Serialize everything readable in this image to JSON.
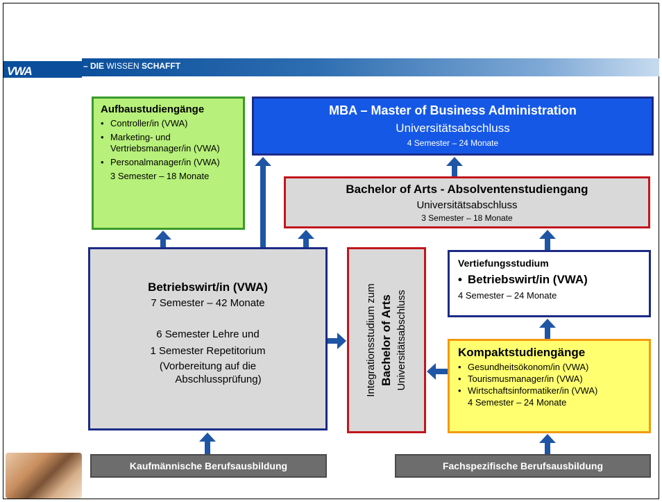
{
  "header": {
    "logo": "VWA",
    "tagline_prefix": "– DIE",
    "tagline_mid": " WISSEN ",
    "tagline_suffix": "SCHAFFT"
  },
  "aufbau": {
    "title": "Aufbaustudiengänge",
    "items": [
      "Controller/in (VWA)",
      "Marketing- und Vertriebsmanager/in (VWA)",
      "Personalmanager/in (VWA)"
    ],
    "duration": "3 Semester – 18 Monate"
  },
  "mba": {
    "title": "MBA – Master of Business Administration",
    "subtitle": "Universitätsabschluss",
    "duration": "4 Semester – 24 Monate"
  },
  "bachelor": {
    "title": "Bachelor of Arts - Absolventenstudiengang",
    "subtitle": "Universitätsabschluss",
    "duration": "3 Semester – 18 Monate"
  },
  "betriebswirt": {
    "title": "Betriebswirt/in (VWA)",
    "duration": "7 Semester – 42 Monate",
    "line1": "6 Semester Lehre und",
    "line2": "1 Semester Repetitorium",
    "line3": "(Vorbereitung auf die",
    "line4": "Abschlussprüfung)"
  },
  "integration": {
    "line1": "Integrationsstudium zum",
    "line2": "Bachelor of Arts",
    "line3": "Universitätsabschluss"
  },
  "vertiefung": {
    "title": "Vertiefungsstudium",
    "item": "Betriebswirt/in (VWA)",
    "duration": "4 Semester – 24 Monate"
  },
  "kompakt": {
    "title": "Kompaktstudiengänge",
    "items": [
      "Gesundheitsökonom/in (VWA)",
      "Tourismusmanager/in (VWA)",
      "Wirtschaftsinformatiker/in (VWA)"
    ],
    "duration": "4 Semester – 24 Monate"
  },
  "footer": {
    "left": "Kaufmännische Berufsausbildung",
    "right": "Fachspezifische Berufsausbildung"
  },
  "colors": {
    "blue": "#1f55a5",
    "green": "#3a9a2a",
    "lime": "#b7f07a",
    "red": "#c0161c",
    "grey": "#d9d9d9",
    "navy": "#1c2a86",
    "mba": "#1558e6",
    "orange": "#f39a10",
    "yellow": "#ffff70",
    "footer": "#6d6d6d"
  }
}
